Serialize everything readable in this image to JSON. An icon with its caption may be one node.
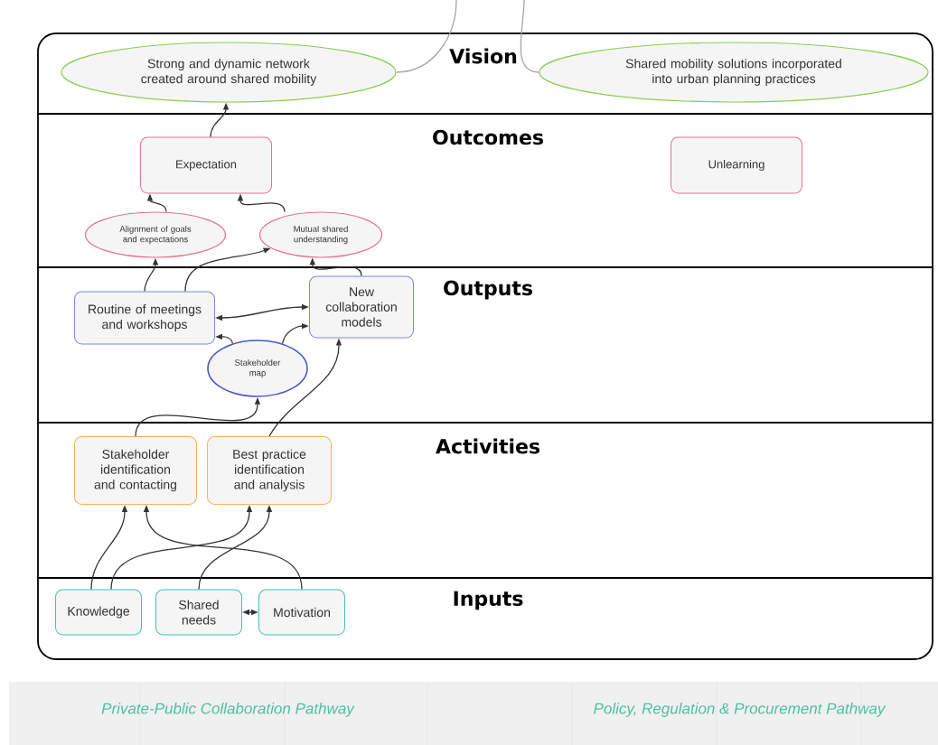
{
  "diagram": {
    "nodes": [
      {
        "text": [
          "Vision"
        ]
      },
      {
        "text": [
          "Strong and dynamic network created around shared mobility"
        ],
        "in": 0
      },
      {
        "text": [
          "Shared mobility solutions incorporated into urban planning practices"
        ],
        "in": 0
      },
      {
        "text": [
          "Outcomes"
        ]
      },
      {
        "text": [
          "Expectation"
        ],
        "in": 3
      },
      {
        "text": [
          "Unlearning"
        ],
        "in": 3
      },
      {
        "text": [
          "Alignment of goals and expectations"
        ],
        "in": 3
      },
      {
        "text": [
          "Mutual shared understanding"
        ],
        "in": 3
      },
      {
        "text": [
          "Outputs"
        ]
      },
      {
        "text": [
          "Routine of meetings and workshops"
        ],
        "in": 8
      },
      {
        "text": [
          "New collaboration models"
        ],
        "in": 8
      },
      {
        "text": [
          "Stakeholder map"
        ],
        "in": 8
      },
      {
        "text": [
          "Activities"
        ]
      },
      {
        "text": [
          "Stakeholder identification and contacting"
        ],
        "in": 12
      },
      {
        "text": [
          "Best practice identification and analysis"
        ],
        "in": 12
      },
      {
        "text": [
          "Inputs"
        ]
      },
      {
        "text": [
          "Knowledge"
        ],
        "in": 15
      },
      {
        "text": [
          "Shared needs"
        ],
        "in": 15
      },
      {
        "text": [
          "Motivation"
        ],
        "in": 15
      }
    ],
    "edges": [
      {
        "from": 1,
        "to": null,
        "arrow": "none",
        "color": "#a6a6a6"
      },
      {
        "from": 2,
        "to": null,
        "arrow": "none",
        "color": "#a6a6a6"
      },
      {
        "from": 4,
        "to": 1,
        "arrow": "to"
      },
      {
        "from": 6,
        "to": 4,
        "arrow": "to"
      },
      {
        "from": 7,
        "to": 4,
        "arrow": "to"
      },
      {
        "from": 9,
        "to": 6,
        "arrow": "to"
      },
      {
        "from": 9,
        "to": 7,
        "arrow": "to"
      },
      {
        "from": 10,
        "to": 7,
        "arrow": "to"
      },
      {
        "from": 9,
        "to": 10,
        "arrow": "both"
      },
      {
        "from": 11,
        "to": 9,
        "arrow": "to"
      },
      {
        "from": 11,
        "to": 10,
        "arrow": "to"
      },
      {
        "from": 13,
        "to": 11,
        "arrow": "to"
      },
      {
        "from": 14,
        "to": 10,
        "arrow": "to"
      },
      {
        "from": 16,
        "to": 13,
        "arrow": "to"
      },
      {
        "from": 16,
        "to": 14,
        "arrow": "to"
      },
      {
        "from": 17,
        "to": 14,
        "arrow": "to"
      },
      {
        "from": 18,
        "to": 13,
        "arrow": "to"
      },
      {
        "from": 17,
        "to": 18,
        "arrow": "both"
      }
    ],
    "labels": [
      "Private-Public Collaboration Pathway",
      "Policy, Regulation & Procurement Pathway"
    ]
  }
}
